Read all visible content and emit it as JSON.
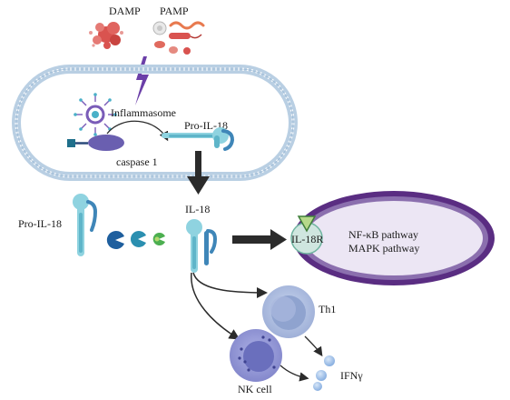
{
  "labels": {
    "damp": "DAMP",
    "pamp": "PAMP",
    "inflammasome": "Inflammasome",
    "pro_il18_cell": "Pro-IL-18",
    "caspase": "caspase 1",
    "il18": "IL-18",
    "pro_il18_left": "Pro-IL-18",
    "il18r": "IL-18R",
    "pathway_1": "NF-κB pathway",
    "pathway_2": "MAPK pathway",
    "th1": "Th1",
    "nk_cell": "NK cell",
    "ifng": "IFNγ"
  },
  "icons": {
    "damp": "damp-cluster-icon",
    "pamp": "bacteria-virus-icon",
    "signal": "lightning-bolt-icon",
    "inflammasome": "inflammasome-ring-icon",
    "caspase": "caspase-1-enzyme-icon",
    "receptor": "il-18-receptor-triangle-icon",
    "pacman": "protease-pacman-icon"
  },
  "colors": {
    "membrane": "#b9cfe3",
    "damp": "#d9534f",
    "pamp": "#e06a5e",
    "bolt": "#6b3fa8",
    "pro_il18": "#8fd3e0",
    "caspase": "#6a5fb0",
    "pacman": "#1f5f9e",
    "cleaver": "#4caf50",
    "receptor_cell": "#5a2d82",
    "th1": "#9fb6d9",
    "nk": "#8b8fd1",
    "ifng": "#8fb4e3",
    "arrow": "#2b2b2b"
  }
}
